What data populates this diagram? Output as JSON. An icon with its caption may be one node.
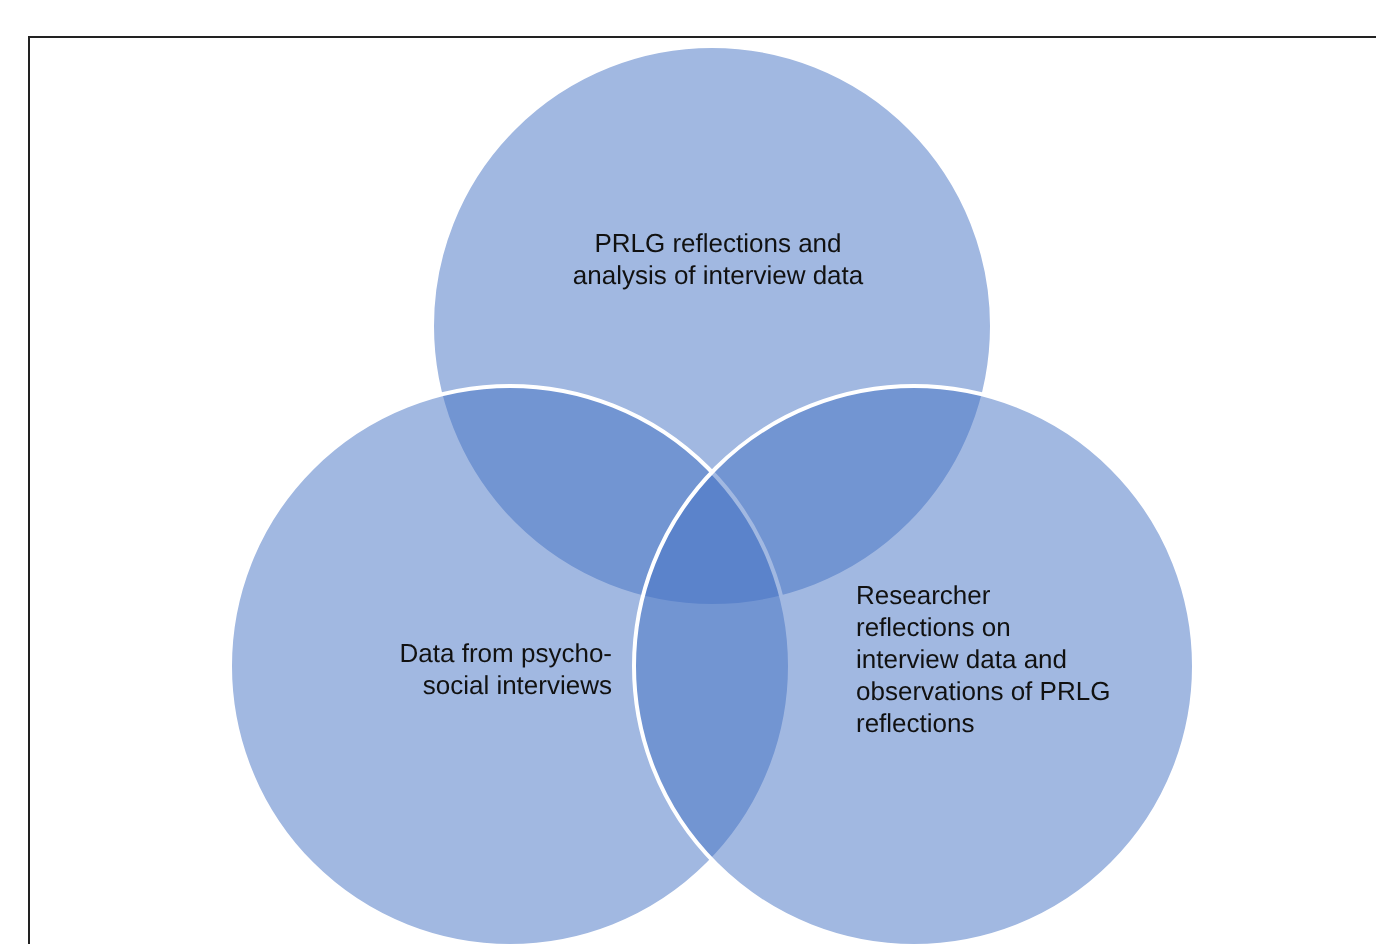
{
  "diagram": {
    "nodes": [
      {
        "text": [
          "PRLG reflections and analysis of interview data"
        ]
      },
      {
        "text": [
          "Data from psycho-social interviews"
        ]
      },
      {
        "text": [
          "Researcher reflections on interview data and observations of PRLG reflections"
        ]
      }
    ]
  }
}
